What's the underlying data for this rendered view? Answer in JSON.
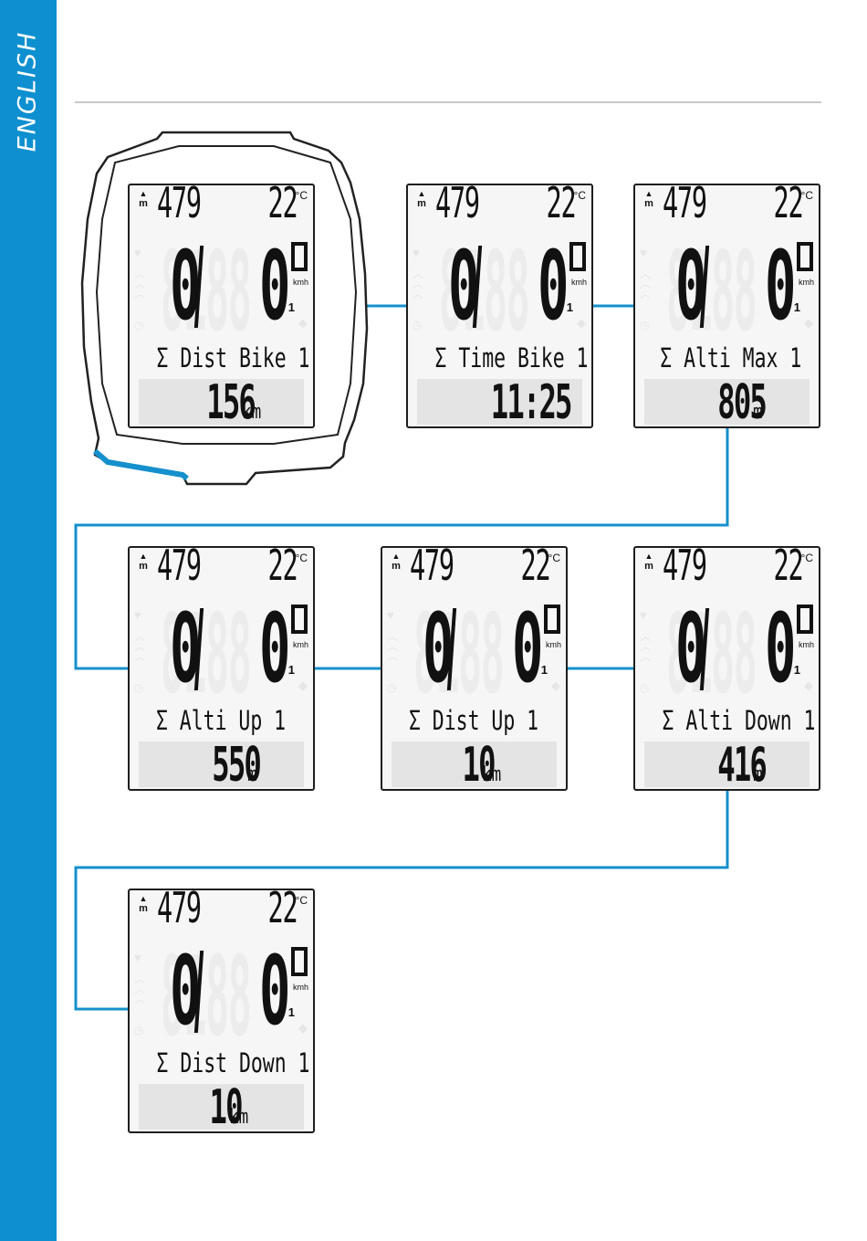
{
  "sidebar": {
    "label": "ENGLISH",
    "color": "#0e8fd0"
  },
  "display": {
    "alt_icon": "mountain-icon",
    "alt_unit": "m",
    "altitude": "479",
    "temperature": "22",
    "temp_unit": "°C",
    "incline": "0",
    "speed": "0",
    "speed_unit": "kmh",
    "bike_number": "1"
  },
  "screens": [
    {
      "label": "Σ Dist Bike 1",
      "value": "156",
      "unit": "km"
    },
    {
      "label": "Σ Time Bike 1",
      "value": "11:25",
      "unit": ""
    },
    {
      "label": "Σ Alti Max 1",
      "value": "805",
      "unit": "m"
    },
    {
      "label": "Σ Alti Up 1",
      "value": "550",
      "unit": "m"
    },
    {
      "label": "Σ Dist Up 1",
      "value": "10",
      "unit": "km"
    },
    {
      "label": "Σ Alti Down 1",
      "value": "416",
      "unit": "m"
    },
    {
      "label": "Σ Dist Down 1",
      "value": "10",
      "unit": "km"
    }
  ],
  "colors": {
    "accent": "#0e8fd0",
    "lcd_bg": "#f6f6f6",
    "lcd_border": "#1e1e1e"
  }
}
